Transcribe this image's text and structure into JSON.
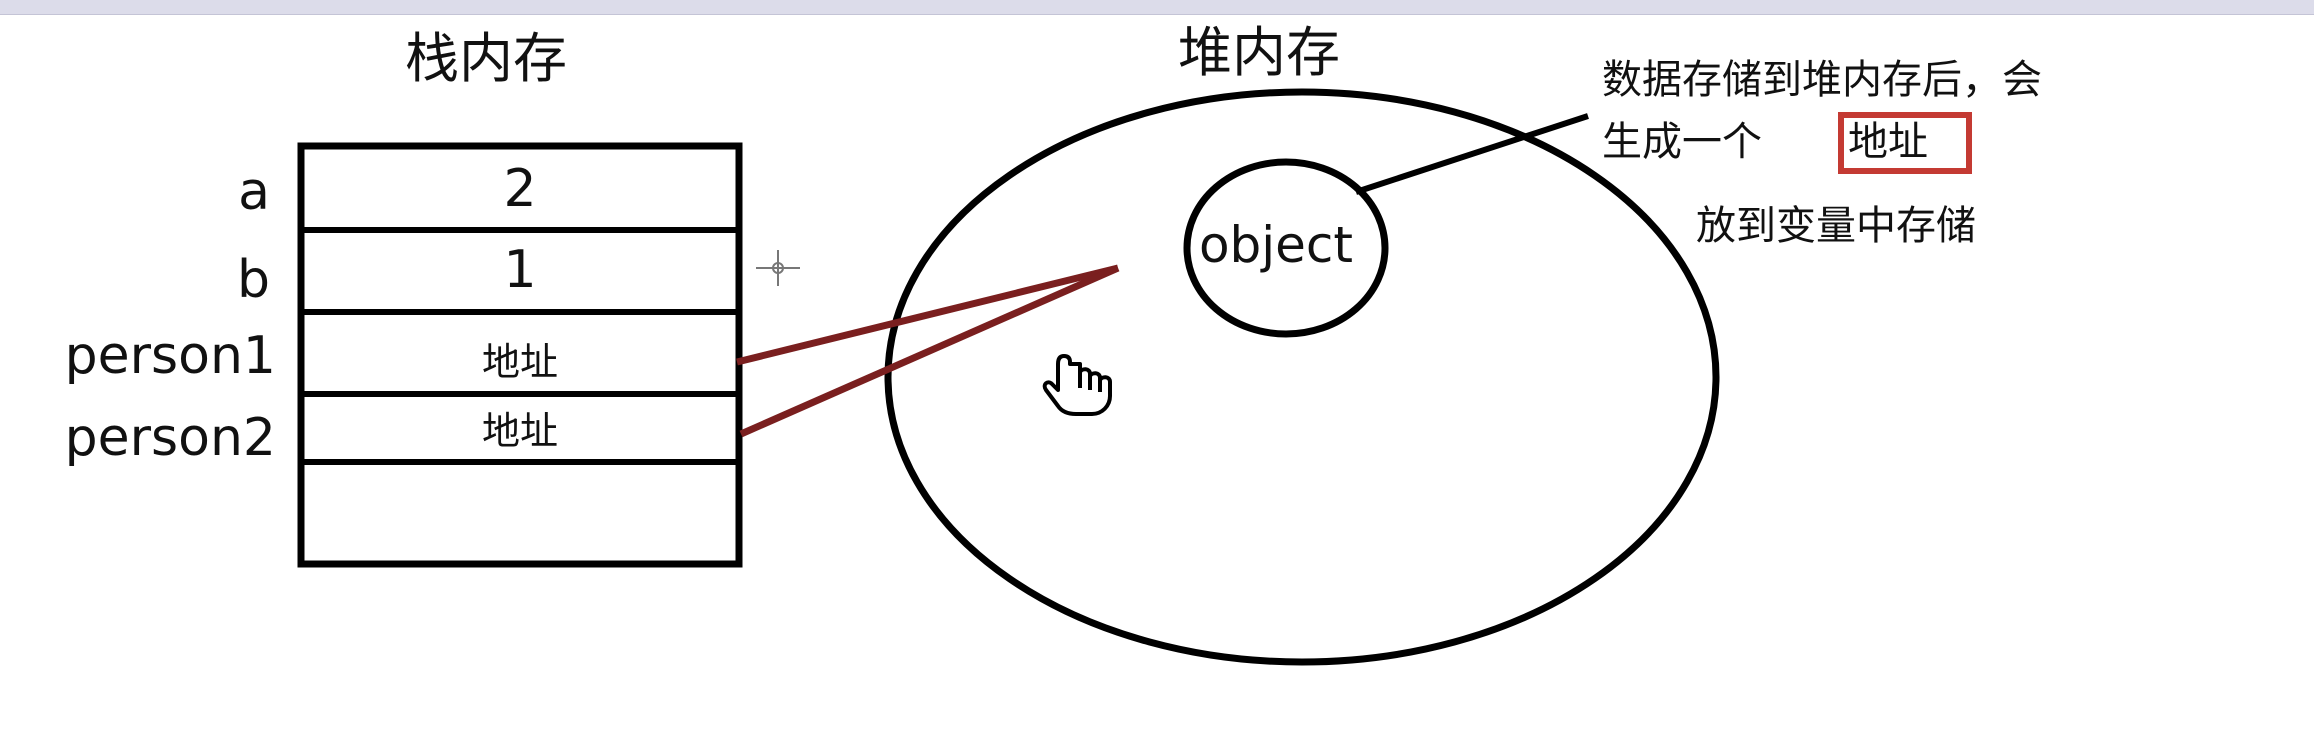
{
  "stack": {
    "title": "栈内存",
    "rows": [
      {
        "name": "a",
        "value": "2"
      },
      {
        "name": "b",
        "value": "1"
      },
      {
        "name": "person1",
        "value": "地址"
      },
      {
        "name": "person2",
        "value": "地址"
      },
      {
        "name": "",
        "value": ""
      }
    ]
  },
  "heap": {
    "title": "堆内存",
    "object_label": "object"
  },
  "note": {
    "line1": "数据存储到堆内存后，会",
    "line2_prefix": "生成一个",
    "line2_highlight": "地址",
    "line3": "放到变量中存储"
  },
  "colors": {
    "pointer_line": "#7a1f1f",
    "highlight_border": "#c43a33",
    "stroke": "#000000"
  }
}
